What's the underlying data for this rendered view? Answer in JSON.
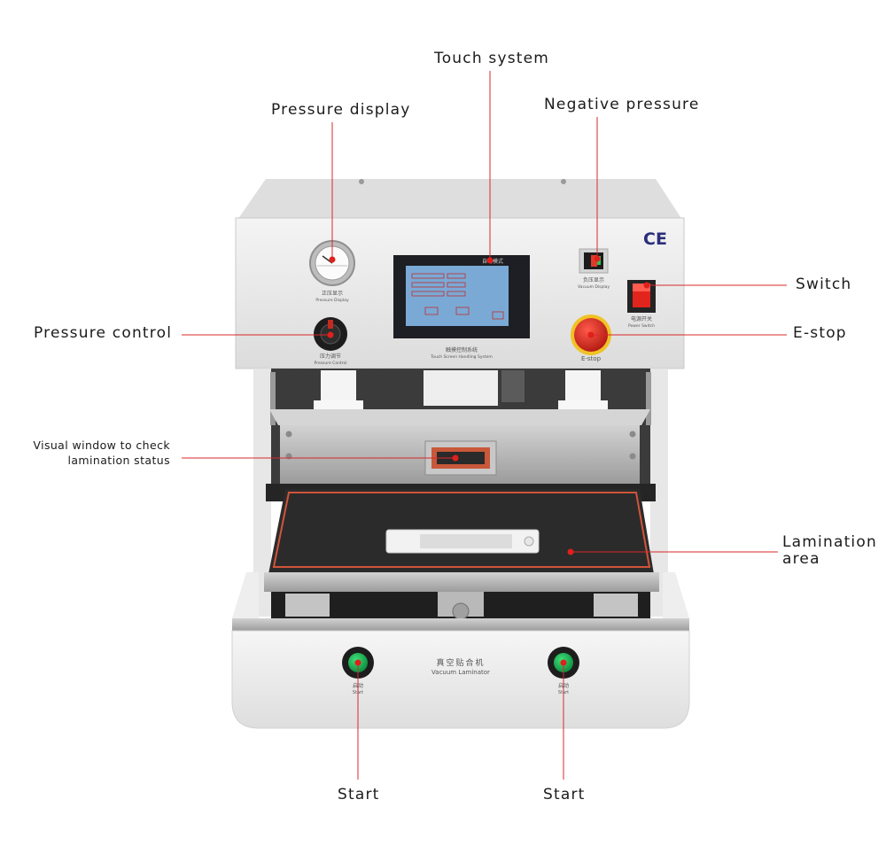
{
  "callouts": {
    "touch_system": "Touch system",
    "pressure_display": "Pressure display",
    "negative_pressure": "Negative pressure",
    "switch": "Switch",
    "pressure_control": "Pressure control",
    "e_stop": "E-stop",
    "visual_window_line1": "Visual window to check",
    "visual_window_line2": "lamination status",
    "lamination_area_line1": "Lamination",
    "lamination_area_line2": "area",
    "start_left": "Start",
    "start_right": "Start"
  },
  "machine": {
    "ce_mark": "CE",
    "gauge_caption_cn": "正压显示",
    "gauge_caption_en": "Pressure Display",
    "vacuum_caption_cn": "负压显示",
    "vacuum_caption_en": "Vacuum Display",
    "switch_caption_cn": "电源开关",
    "switch_caption_en": "Power Switch",
    "knob_caption_cn": "压力调节",
    "knob_caption_en": "Pressure Control",
    "estop_caption": "E-stop",
    "touch_caption_cn": "触摸控制系统",
    "touch_caption_en": "Touch Screen Handling System",
    "screen_mode": "自动模式",
    "base_title_cn": "真空贴合机",
    "base_title_en": "Vacuum Laminator",
    "start_cn": "启动",
    "start_en": "Start"
  },
  "colors": {
    "leader": "#d9282a",
    "body": "#e9e9e9",
    "screen": "#7aa9d6"
  }
}
